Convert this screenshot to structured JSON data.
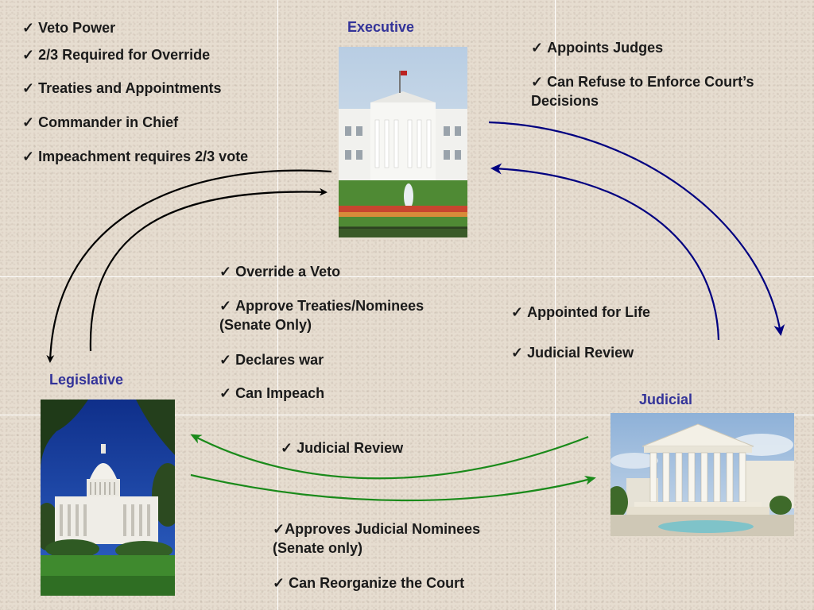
{
  "branches": {
    "executive": "Executive",
    "legislative": "Legislative",
    "judicial": "Judicial"
  },
  "check_glyph": "✓",
  "exec_over_leg": [
    "Veto Power",
    "2/3 Required for Override",
    "Treaties and Appointments",
    "Commander in Chief",
    "Impeachment requires 2/3 vote"
  ],
  "exec_over_jud": [
    "Appoints Judges",
    "Can Refuse to Enforce Court’s Decisions"
  ],
  "leg_over_exec": [
    "Override a Veto",
    "Approve Treaties/Nominees (Senate Only)",
    "Declares war",
    "Can Impeach"
  ],
  "jud_over_exec": [
    "Appointed for Life",
    "Judicial Review"
  ],
  "jud_over_leg": [
    "Judicial Review"
  ],
  "leg_over_jud": [
    "Approves Judicial Nominees (Senate only)",
    "Can Reorganize the Court"
  ],
  "colors": {
    "branch_label": "#333399",
    "exec_jud_arrows": "#000080",
    "exec_leg_arrows": "#000000",
    "leg_jud_arrows": "#1a8a1a"
  }
}
